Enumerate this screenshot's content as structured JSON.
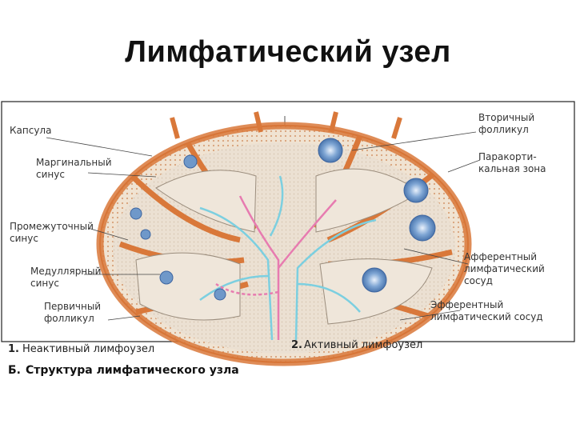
{
  "title": "Лимфатический узел",
  "labels_left": {
    "capsule": "Капсула",
    "marginal_sinus_1": "Маргинальный",
    "marginal_sinus_2": "синус",
    "intermediate_sinus_1": "Промежуточный",
    "intermediate_sinus_2": "синус",
    "medullary_sinus_1": "Медуллярный",
    "medullary_sinus_2": "синус",
    "primary_follicle_1": "Первичный",
    "primary_follicle_2": "фолликул"
  },
  "labels_right": {
    "secondary_follicle_1": "Вторичный",
    "secondary_follicle_2": "фолликул",
    "paracortical_zone_1": "Паракорти-",
    "paracortical_zone_2": "кальная зона",
    "afferent_vessel_1": "Афферентный",
    "afferent_vessel_2": "лимфатический",
    "afferent_vessel_3": "сосуд",
    "efferent_vessel_1": "Эфферентный",
    "efferent_vessel_2": "лимфатический сосуд"
  },
  "captions": {
    "left_num": "1.",
    "left_text": "Неактивный лимфоузел",
    "right_num": "2.",
    "right_text": "Активный лимфоузел",
    "figure_letter": "Б.",
    "figure_text": "Структура лимфатического узла"
  },
  "colors": {
    "capsule": "#d9783a",
    "sinus_fill": "#ecdcc6",
    "vessel_blue": "#7ccfe0",
    "vessel_pink": "#e77bb0",
    "follicle": "#6f98c9"
  }
}
